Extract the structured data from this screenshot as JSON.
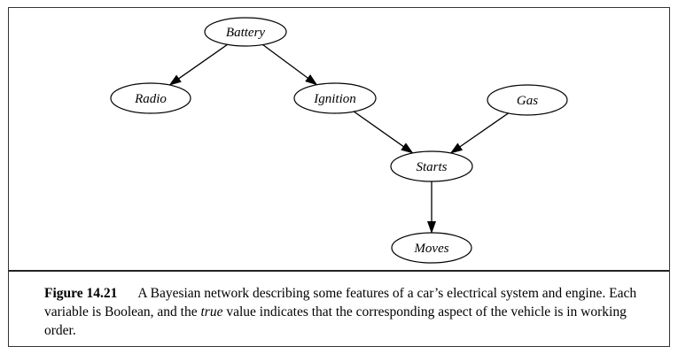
{
  "diagram": {
    "nodes": [
      {
        "id": "battery",
        "label": "Battery"
      },
      {
        "id": "radio",
        "label": "Radio"
      },
      {
        "id": "ignition",
        "label": "Ignition"
      },
      {
        "id": "gas",
        "label": "Gas"
      },
      {
        "id": "starts",
        "label": "Starts"
      },
      {
        "id": "moves",
        "label": "Moves"
      }
    ],
    "edges": [
      {
        "from": "battery",
        "to": "radio"
      },
      {
        "from": "battery",
        "to": "ignition"
      },
      {
        "from": "ignition",
        "to": "starts"
      },
      {
        "from": "gas",
        "to": "starts"
      },
      {
        "from": "starts",
        "to": "moves"
      }
    ]
  },
  "caption": {
    "label": "Figure 14.21",
    "text_before": "A Bayesian network describing some features of a car’s electrical system and engine. Each variable is Boolean, and the ",
    "emphasis": "true",
    "text_after": " value indicates that the corresponding aspect of the vehicle is in working order."
  }
}
